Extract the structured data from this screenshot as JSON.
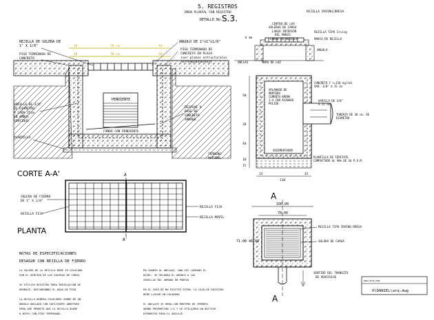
{
  "header": {
    "title": "5. REGISTROS",
    "subtitle": "DREN PLUVIAL CON REGISTRO",
    "detail_prefix": "DETALLE No.",
    "detail_no": "S.3."
  },
  "section_left": {
    "callouts": [
      "REJILLA DE SOLERA DE",
      "1\" X 1/8\"",
      "PISO TERMINADO DE",
      "CONCRETO",
      "ANGULO DE 1\"x1\"x1/8\"",
      "PISO TERMINADO DE",
      "CONCRETO EN PLACA",
      "(ver planos estructurales",
      "correspondientes)",
      "VARILLA DE 3/8\"",
      "DE DIAMETRO",
      "A CADA 25cm.",
      "EN AMBOS",
      "SENTIDOS",
      "DESAGUE A",
      "BASE DE",
      "CONCRETO",
      "ARMADO",
      "PLANTILLA",
      "TERRENO",
      "NATURAL",
      "PENDIENTE",
      "FONDO CON PENDIENTE"
    ],
    "dims": [
      "10",
      "70 cm",
      "10",
      "10",
      "70 cm",
      "10"
    ],
    "label": "CORTE A-A'"
  },
  "plan": {
    "label": "PLANTA",
    "callouts": [
      "SOLERA DE FIERRO",
      "DE 1\" X 1/8\"",
      "REJILLA FIJA",
      "REJILLA FIJA",
      "REJILLA MOVIL"
    ],
    "marks": [
      "A",
      "A'"
    ]
  },
  "section_right": {
    "callouts": [
      "REJILLA IRVING/DRESA",
      "CENTRO DE LAS",
      "SOLERAS DE CARGA",
      "LARGO INTERIOR",
      "DEL MARCO",
      "LARGO DE REJILLA",
      "REJILLA TIPO Irving",
      "MARCO DE REJILLA",
      "ANGULO",
      "6 mm",
      "ANCLAS",
      "MURO DE LUZ",
      "APLANADO DE",
      "MORTERO",
      "CEMENTO-ARENA",
      "1:4 CON ACABADO",
      "PULIDO",
      "CONCRETO F'c=150 kg/cm2",
      "VAR. 3/8\" A 15 cm",
      "VARILLA DE 3/8\"",
      "A 15 cm",
      "TUBERIA DE 30 cm. DE",
      "DIAMETRO",
      "SEDIMENTADOR",
      "PLANTILLA DE TEPETATE",
      "COMPACTADO AL 90% DE SU P.V.M."
    ],
    "dims_v": [
      "50",
      "30",
      "40",
      "10",
      "15"
    ],
    "dims_h": [
      "15",
      "110",
      "15"
    ]
  },
  "plan_right": {
    "mark_top": "A",
    "mark_bottom": "A",
    "dims": [
      "100.00",
      "70.00",
      "71.00",
      "46.00"
    ],
    "callouts": [
      "REJILLA TIPO IRVING-DRESA",
      "SOLERA DE CARGA",
      "SENTIDO DEL TRANSITO",
      "DE VEHICULOS"
    ]
  },
  "notes": {
    "title": "NOTAS DE ESPECIFICACIONES",
    "subtitle": "DESAGUE CON REJILLA DE FIERRO",
    "col1": [
      "LA SOLERA DE LA REJILLA DEBE IR COLOCADA",
      "CON EL SENTIDO DE LAS SOLERAS DE CARGA.",
      "",
      "SE UTILIZA REGISTRO PARA INSTALACION DE",
      "DRENAJE, DESCARGANDO EL AGUA DE PISO",
      "",
      "LA REJILLA DEBERA COLOCARSE SOBRE DE UN",
      "ANGULO ANCLADO CON SUFICIENTE ABERTURA",
      "PARA QUE PERMITA QUE LA REJILLA QUEDE",
      "A NIVEL CON PISO TERMINADO."
    ],
    "col2": [
      "EN CUANTO AL ANCLAJE, UNA VEZ LOGRADO EL",
      "NIVEL, SE SOLDARA EL ANGULO A LAS",
      "VARILLAS DEL ARMADO EN PUNTOS",
      "",
      "EN EL CASO DE NO EXISTIR SIFON, LA CAJA DE REGISTRO",
      "DEBE LLEVAR UN COLADERA",
      "",
      "EL ANCLAJE SE HARA CON MORTERO DE CEMENTO",
      "ARENA PROPORCION 1:4 Y SE UTILIZARA UN ADITIVO",
      "EXPANSIVO PARA EL ANCLAJE."
    ]
  },
  "footer": {
    "box_top": "www.arq.com",
    "box_label": "O\\DANIEL\\arq.dwg"
  }
}
